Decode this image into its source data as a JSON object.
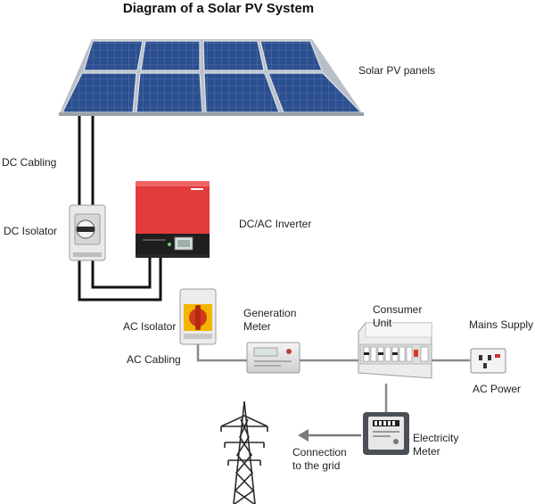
{
  "title": "Diagram of a Solar PV System",
  "labels": {
    "solar_pv_panels": "Solar PV panels",
    "dc_cabling": "DC Cabling",
    "dc_isolator": "DC Isolator",
    "dc_ac_inverter": "DC/AC Inverter",
    "ac_isolator": "AC Isolator",
    "ac_cabling": "AC Cabling",
    "generation_meter": [
      "Generation",
      "Meter"
    ],
    "consumer_unit": [
      "Consumer",
      "Unit"
    ],
    "mains_supply": "Mains Supply",
    "ac_power": "AC Power",
    "electricity_meter": [
      "Electricity",
      "Meter"
    ],
    "connection_to_grid": [
      "Connection",
      "to the grid"
    ]
  },
  "colors": {
    "panel": "#2b4d8c",
    "panel_frame": "#c9ced6",
    "inverter_red": "#e23b3b",
    "cable": "#111111",
    "ac_cable": "#8a8a8a",
    "arrow": "#7a7a7a",
    "isolator_switch": "#f2b600",
    "isolator_knob": "#d23a1e"
  },
  "icons": [
    "solar-panel-array",
    "dc-isolator-switch",
    "inverter",
    "ac-isolator-switch",
    "generation-meter",
    "consumer-unit",
    "mains-socket",
    "electricity-meter",
    "transmission-tower",
    "arrow-left"
  ]
}
